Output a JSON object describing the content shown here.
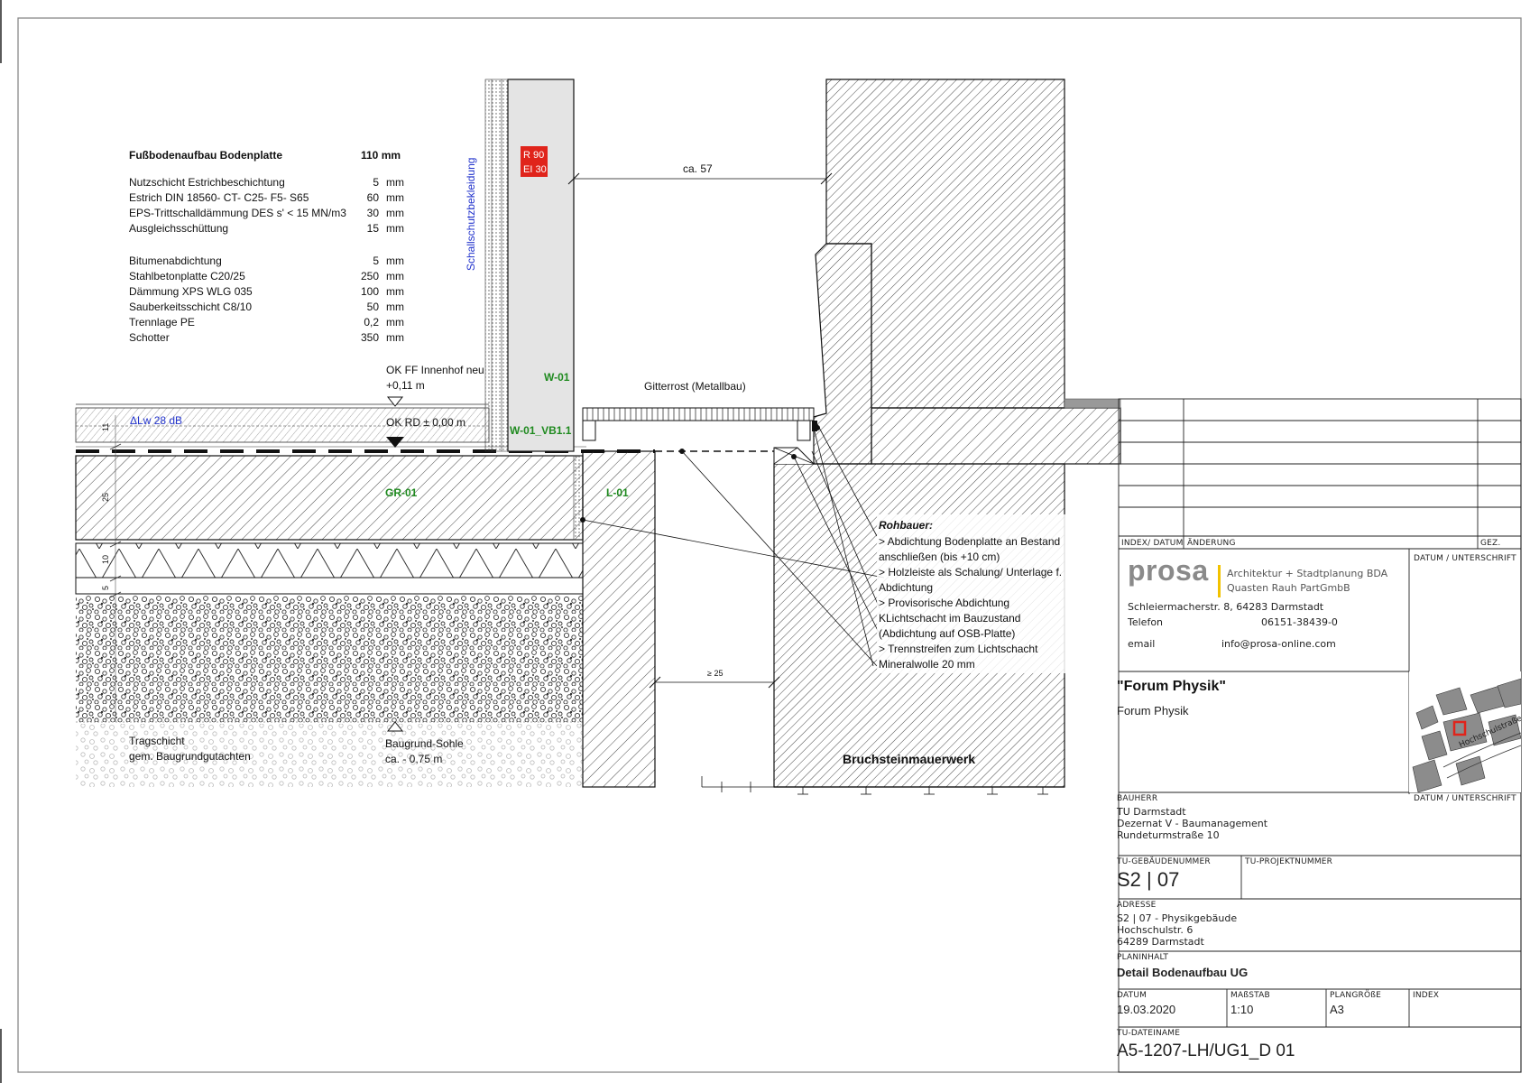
{
  "buildup": {
    "title": "Fußbodenaufbau Bodenplatte",
    "total": "110 mm",
    "layers_a": [
      {
        "name": "Nutzschicht Estrichbeschichtung",
        "value": "5",
        "unit": "mm"
      },
      {
        "name": "Estrich DIN 18560- CT- C25- F5- S65",
        "value": "60",
        "unit": "mm"
      },
      {
        "name": "EPS-Trittschalldämmung DES s' < 15 MN/m3",
        "value": "30",
        "unit": "mm"
      },
      {
        "name": "Ausgleichsschüttung",
        "value": "15",
        "unit": "mm"
      }
    ],
    "layers_b": [
      {
        "name": "Bitumenabdichtung",
        "value": "5",
        "unit": "mm"
      },
      {
        "name": "Stahlbetonplatte C20/25",
        "value": "250",
        "unit": "mm"
      },
      {
        "name": "Dämmung XPS WLG 035",
        "value": "100",
        "unit": "mm"
      },
      {
        "name": "Sauberkeitsschicht C8/10",
        "value": "50",
        "unit": "mm"
      },
      {
        "name": "Trennlage PE",
        "value": "0,2",
        "unit": "mm"
      },
      {
        "name": "Schotter",
        "value": "350",
        "unit": "mm"
      }
    ]
  },
  "drawing": {
    "wall_label": "Schallschutzbekleidung",
    "fire_1": "R 90",
    "fire_2": "EI 30",
    "dim_top": "ca. 57",
    "dim_bottom": "≥ 25",
    "ok_ff_1": "OK FF Innenhof neu",
    "ok_ff_2": "+0,11 m",
    "ok_rd": "OK RD ± 0,00 m",
    "delta_lw": "ΔLw 28 dB",
    "w01": "W-01",
    "w01_vb": "W-01_VB1.1",
    "gr01": "GR-01",
    "l01": "L-01",
    "gitterrost": "Gitterrost (Metallbau)",
    "dim_11": "11",
    "dim_25": "25",
    "dim_10": "10",
    "dim_5": "5",
    "tragschicht_1": "Tragschicht",
    "tragschicht_2": "gem. Baugrundgutachten",
    "baugrund_1": "Baugrund-Sohle",
    "baugrund_2": "ca. - 0,75 m",
    "bruchstein": "Bruchsteinmauerwerk",
    "rohbauer_title": "Rohbauer:",
    "rohbauer_notes": [
      "> Abdichtung Bodenplatte an Bestand",
      "anschließen (bis +10 cm)",
      "> Holzleiste als Schalung/ Unterlage f.",
      "Abdichtung",
      "> Provisorische Abdichtung",
      "KLichtschacht im Bauzustand",
      "(Abdichtung auf OSB-Platte)",
      "> Trennstreifen zum Lichtschacht",
      "Mineralwolle 20 mm"
    ]
  },
  "titleblock": {
    "index_header": "INDEX/ DATUM",
    "aenderung_header": "ÄNDERUNG",
    "gez_header": "GEZ.",
    "datum_unterschrift": "DATUM / UNTERSCHRIFT",
    "firm_logo": "prosa",
    "firm_line1": "Architektur + Stadtplanung BDA",
    "firm_line2": "Quasten Rauh PartGmbB",
    "firm_address": "Schleiermacherstr. 8, 64283 Darmstadt",
    "telefon_label": "Telefon",
    "telefon_value": "06151-38439-0",
    "email_label": "email",
    "email_value": "info@prosa-online.com",
    "project_title": "\"Forum Physik\"",
    "project_sub": "Forum Physik",
    "map_street": "Hochschulstraße",
    "bauherr_label": "BAUHERR",
    "bauherr_lines": [
      "TU Darmstadt",
      "Dezernat V - Baumanagement",
      "Rundeturmstraße 10"
    ],
    "datum_unterschrift_2": "DATUM / UNTERSCHRIFT",
    "gebaeude_label": "TU-GEBÄUDENUMMER",
    "gebaeude_value": "S2 | 07",
    "projekt_label": "TU-PROJEKTNUMMER",
    "adresse_label": "ADRESSE",
    "adresse_lines": [
      "S2 | 07 - Physikgebäude",
      "Hochschulstr. 6",
      "64289 Darmstadt"
    ],
    "planinhalt_label": "PLANINHALT",
    "planinhalt_value": "Detail Bodenaufbau UG",
    "datum_label": "DATUM",
    "datum_value": "19.03.2020",
    "massstab_label": "MAßSTAB",
    "massstab_value": "1:10",
    "plangroesse_label": "PLANGRÖßE",
    "plangroesse_value": "A3",
    "index_label": "INDEX",
    "dateiname_label": "TU-DATEINAME",
    "dateiname_value": "A5-1207-LH/UG1_D 01"
  },
  "colors": {
    "line": "#1a1a1a",
    "label_green": "#1f8a1f",
    "label_blue": "#2233cc",
    "fire_red": "#e0241b",
    "logo_gray": "#8a8a8a",
    "logo_accent": "#f2c200"
  }
}
